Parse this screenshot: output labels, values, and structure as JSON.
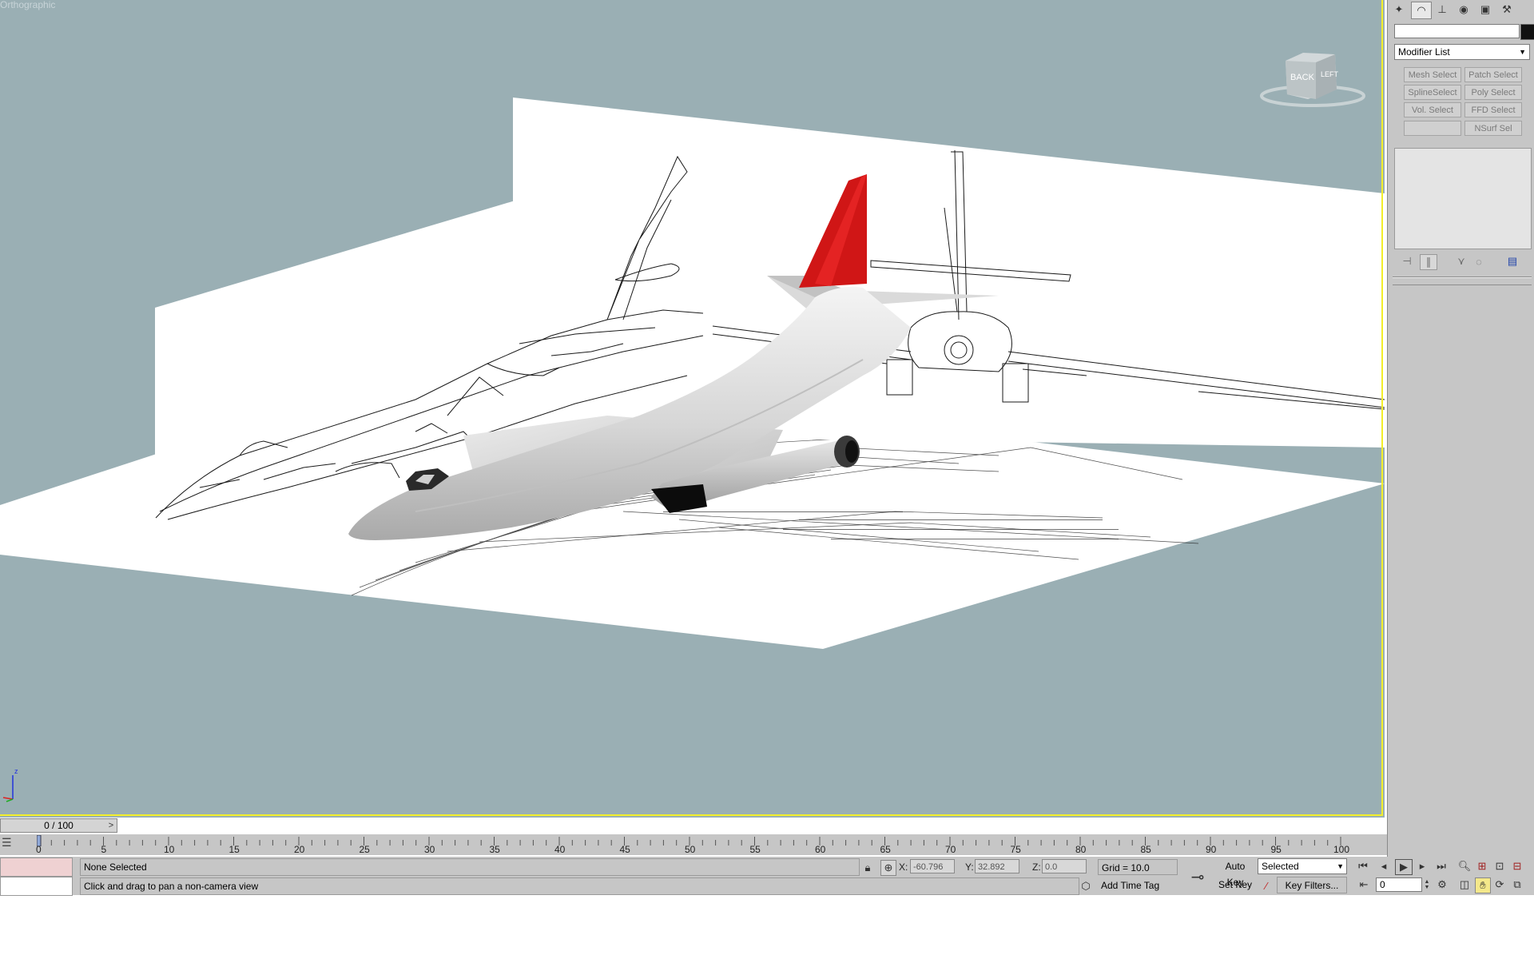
{
  "viewport": {
    "label": "Orthographic",
    "viewcube": {
      "back": "BACK",
      "left": "LEFT"
    },
    "axis": {
      "z": "z"
    }
  },
  "command_panel": {
    "tabs": [
      "create-icon",
      "modify-icon",
      "hierarchy-icon",
      "motion-icon",
      "display-icon",
      "utilities-icon"
    ],
    "modifier_list": "Modifier List",
    "modifier_buttons": [
      {
        "label": "Mesh Select"
      },
      {
        "label": "Patch Select"
      },
      {
        "label": "SplineSelect"
      },
      {
        "label": "Poly Select"
      },
      {
        "label": "Vol. Select"
      },
      {
        "label": "FFD Select"
      },
      {
        "label": ""
      },
      {
        "label": "NSurf Sel"
      }
    ]
  },
  "timeline": {
    "slider": "0 / 100",
    "arrow": ">",
    "ticks": [
      "0",
      "5",
      "10",
      "15",
      "20",
      "25",
      "30",
      "35",
      "40",
      "45",
      "50",
      "55",
      "60",
      "65",
      "70",
      "75",
      "80",
      "85",
      "90",
      "95",
      "100"
    ]
  },
  "status": {
    "selection": "None Selected",
    "prompt": "Click and drag to pan a non-camera view",
    "x_label": "X:",
    "x_value": "-60.796",
    "y_label": "Y:",
    "y_value": "32.892",
    "z_label": "Z:",
    "z_value": "0.0",
    "grid": "Grid = 10.0",
    "add_time_tag": "Add Time Tag",
    "auto_key": "Auto Key",
    "set_key": "Set Key",
    "selected_option": "Selected",
    "key_filters": "Key Filters...",
    "frame": "0"
  },
  "colors": {
    "viewport_bg": "#9aafb4",
    "active_border": "#f2ee2a",
    "tail_red": "#d01616",
    "maxscript_pink": "#efd1d2"
  }
}
